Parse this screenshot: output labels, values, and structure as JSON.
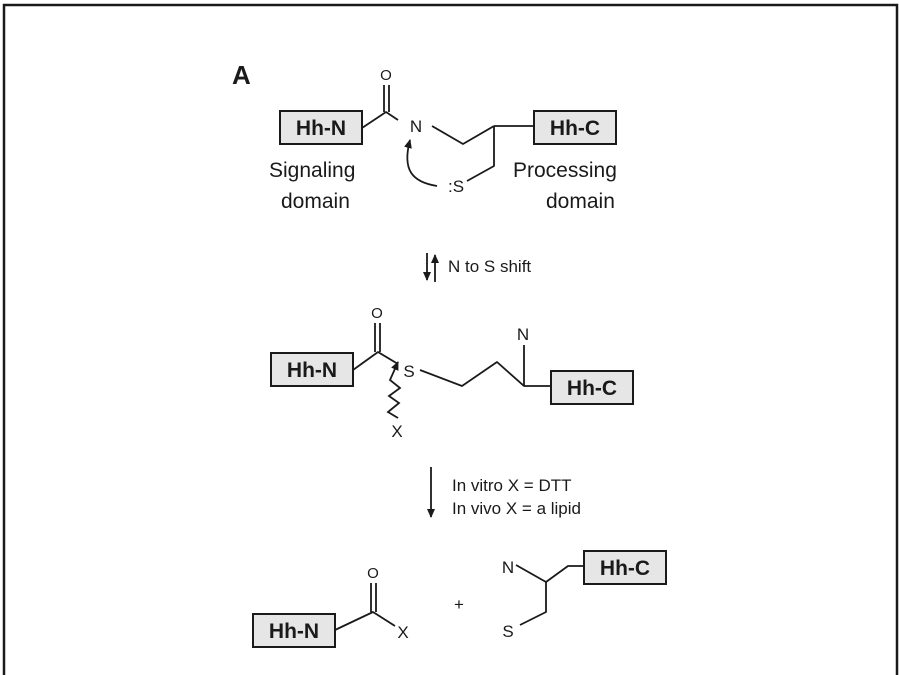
{
  "panel_label": "A",
  "domains": {
    "n_terminal": "Hh-N",
    "c_terminal": "Hh-C"
  },
  "atoms": {
    "oxygen": "O",
    "nitrogen": "N",
    "sulfur": "S",
    "sulfur_lone_pair": ":S",
    "nucleophile": "X"
  },
  "captions": {
    "signaling_line1": "Signaling",
    "signaling_line2": "domain",
    "processing_line1": "Processing",
    "processing_line2": "domain"
  },
  "steps": {
    "shift": "N to S shift",
    "in_vitro": "In vitro X = DTT",
    "in_vivo": "In vivo X = a lipid"
  },
  "plus": "+"
}
